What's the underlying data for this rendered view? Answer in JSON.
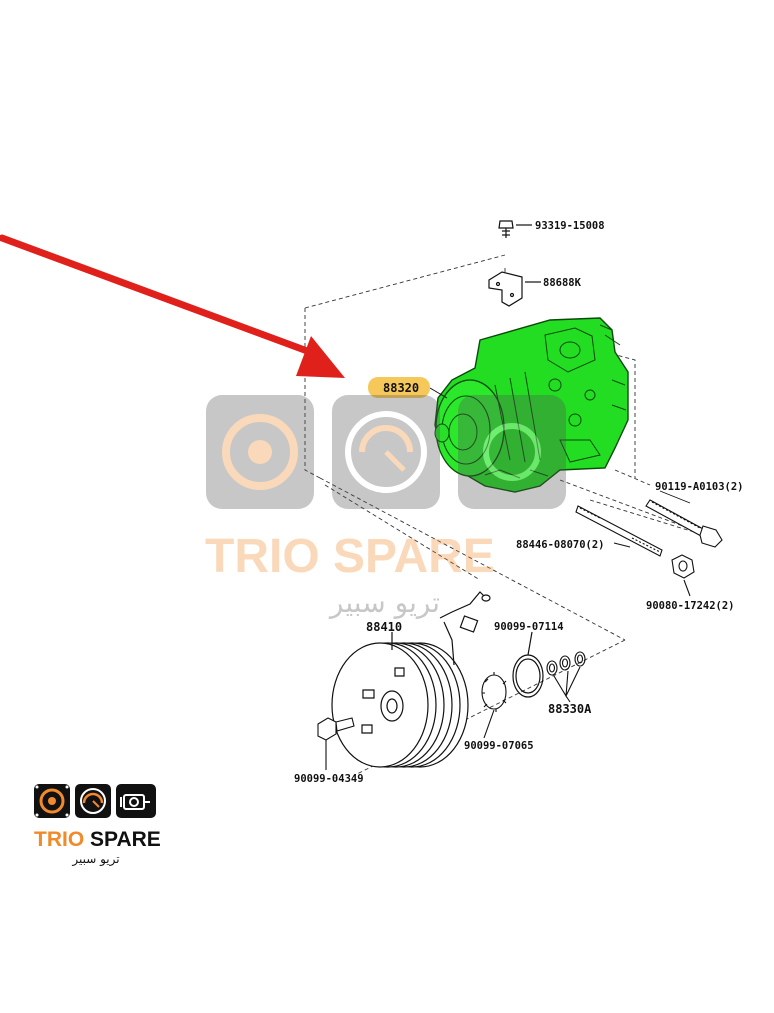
{
  "diagram": {
    "parts": {
      "compressor": "88320",
      "top_bolt": "93319-15008",
      "bracket": "88688K",
      "long_bolt": "90119-A0103(2)",
      "stud": "88446-08070(2)",
      "nut": "90080-17242(2)",
      "clutch_assembly": "88410",
      "snap_ring_large": "90099-07114",
      "shims": "88330A",
      "snap_ring_small": "90099-07065",
      "center_bolt": "90099-04349"
    },
    "highlight_color": "#22dd22",
    "label_highlight_color": "#f6c85a",
    "arrow_color": "#e0211b"
  },
  "watermark": {
    "name": "TRIO SPARE",
    "name_ar": "تريو سبير"
  },
  "logo": {
    "name": "TRIO SPARE",
    "name_ar": "تريو سبير",
    "accent_color": "#f08a2b"
  }
}
